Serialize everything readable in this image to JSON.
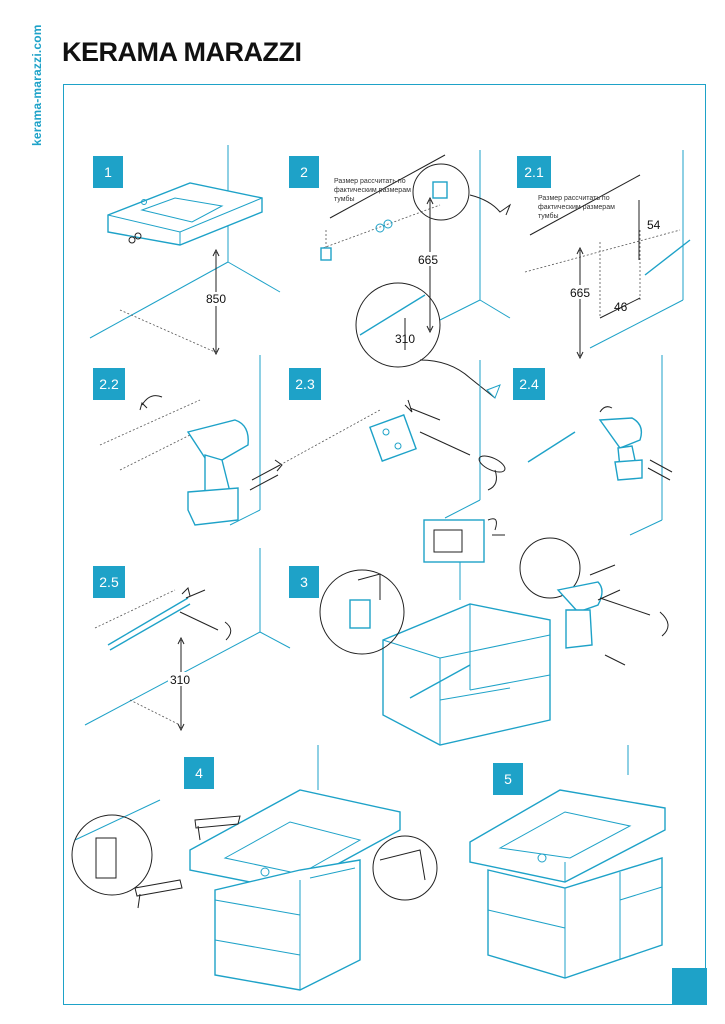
{
  "site_url": "kerama-marazzi.com",
  "brand": "KERAMA MARAZZI",
  "colors": {
    "accent": "#1ea2c8",
    "ink": "#111111"
  },
  "steps": [
    {
      "id": "1",
      "label": "1"
    },
    {
      "id": "2",
      "label": "2"
    },
    {
      "id": "2.1",
      "label": "2.1"
    },
    {
      "id": "2.2",
      "label": "2.2"
    },
    {
      "id": "2.3",
      "label": "2.3"
    },
    {
      "id": "2.4",
      "label": "2.4"
    },
    {
      "id": "2.5",
      "label": "2.5"
    },
    {
      "id": "3",
      "label": "3"
    },
    {
      "id": "4",
      "label": "4"
    },
    {
      "id": "5",
      "label": "5"
    }
  ],
  "dimensions": {
    "step1_height": "850",
    "step2_height": "665",
    "step2_detail": "310",
    "step21_height": "665",
    "step21_top": "54",
    "step21_width": "46",
    "step25_height": "310"
  },
  "notes": {
    "step2_line1": "Размер рассчитать по",
    "step2_line2": "фактическим размерам",
    "step2_line3": "тумбы",
    "step21_line1": "Размер рассчитать по",
    "step21_line2": "фактическим размерам",
    "step21_line3": "тумбы"
  }
}
